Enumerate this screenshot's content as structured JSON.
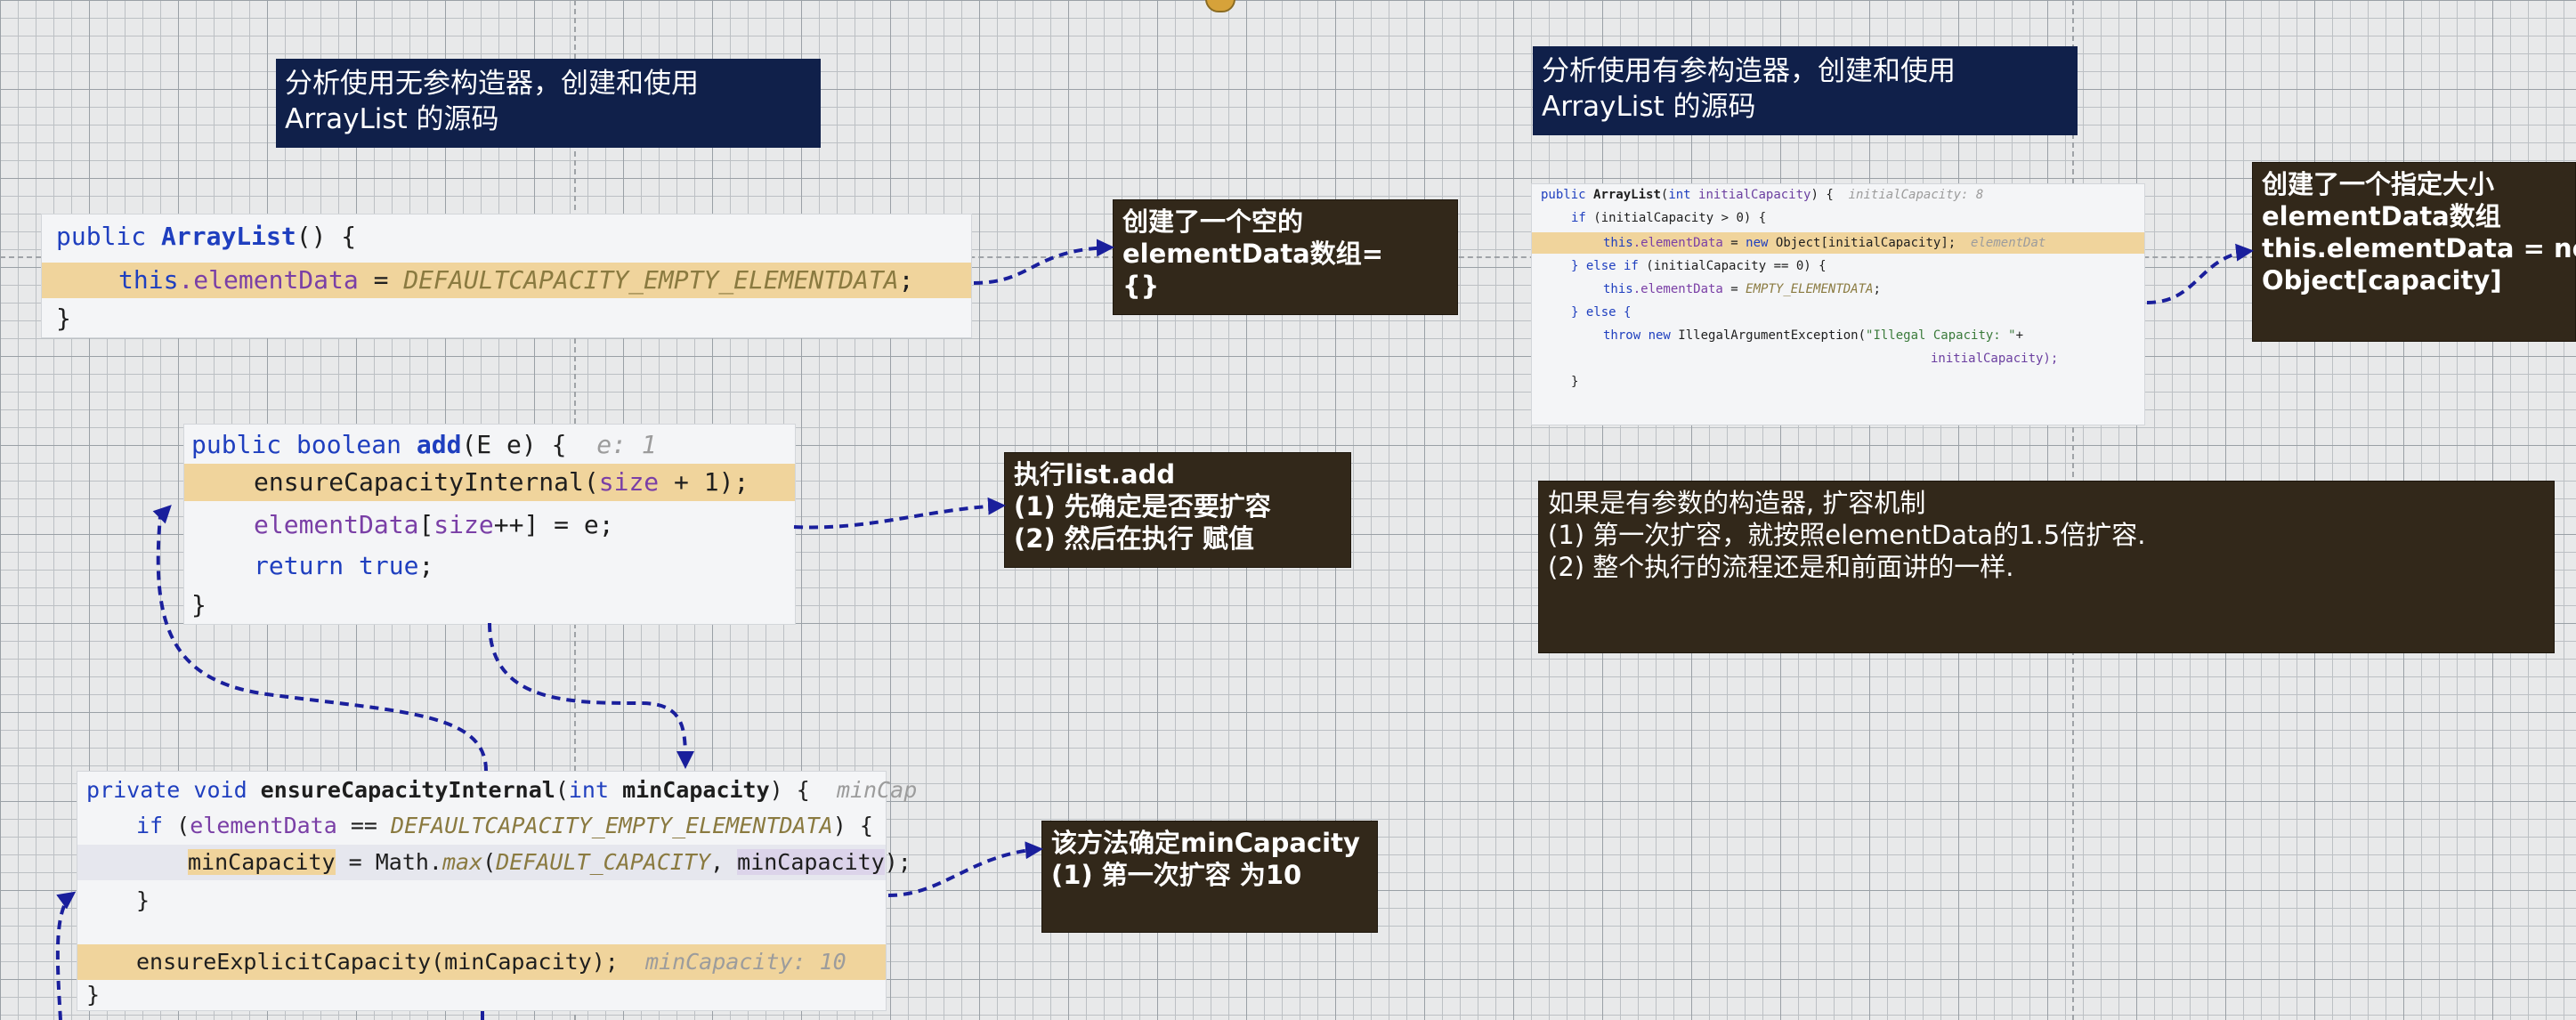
{
  "titles": {
    "left": [
      "分析使用无参构造器，创建和使用",
      "ArrayList 的源码"
    ],
    "right": [
      "分析使用有参构造器，创建和使用",
      "ArrayList 的源码"
    ]
  },
  "notes": {
    "empty_array": [
      "创建了一个空的",
      "elementData数组=",
      "{}"
    ],
    "list_add": [
      "执行list.add",
      "(1) 先确定是否要扩容",
      "(2) 然后在执行 赋值"
    ],
    "min_capacity": [
      "该方法确定minCapacity",
      "(1) 第一次扩容 为10"
    ],
    "sized_array": [
      "创建了一个指定大小",
      "elementData数组",
      "this.elementData = new",
      "Object[capacity]"
    ],
    "param_growth": [
      "如果是有参数的构造器, 扩容机制",
      "(1) 第一次扩容，就按照elementData的1.5倍扩容.",
      "(2) 整个执行的流程还是和前面讲的一样."
    ]
  },
  "code": {
    "ctor_noarg": {
      "sig_kw": "public ",
      "sig_name": "ArrayList",
      "sig_rest": "() {",
      "body_this": "this",
      "body_field": ".elementData",
      "body_eq": " = ",
      "body_const": "DEFAULTCAPACITY_EMPTY_ELEMENTDATA",
      "body_end": ";",
      "close": "}"
    },
    "add": {
      "sig_kw": "public boolean ",
      "sig_name": "add",
      "sig_rest": "(E e) {",
      "sig_hint": "e: 1",
      "l1_call": "ensureCapacityInternal",
      "l1_open": "(",
      "l1_field": "size",
      "l1_rest": " + 1);",
      "l2_field": "elementData",
      "l2_open": "[",
      "l2_field2": "size",
      "l2_rest": "++] = e;",
      "l3_kw": "return true",
      "l3_rest": ";",
      "close": "}"
    },
    "ensure_internal": {
      "sig_kw": "private void ",
      "sig_name": "ensureCapacityInternal",
      "sig_open": "(",
      "sig_kw2": "int ",
      "sig_param": "minCapacity",
      "sig_rest": ") {",
      "sig_hint": "minCap",
      "l1_kw": "if ",
      "l1_open": "(",
      "l1_field": "elementData",
      "l1_eq": " == ",
      "l1_const": "DEFAULTCAPACITY_EMPTY_ELEMENTDATA",
      "l1_rest": ") {",
      "l2_param": "minCapacity",
      "l2_mid": " = Math.",
      "l2_method": "max",
      "l2_open": "(",
      "l2_const": "DEFAULT_CAPACITY",
      "l2_comma": ", ",
      "l2_param2": "minCapacity",
      "l2_rest": ");",
      "l3": "}",
      "l4_call": "ensureExplicitCapacity(minCapacity);",
      "l4_hint": "minCapacity: 10",
      "close": "}"
    },
    "ctor_int": {
      "l0_kw": "public ",
      "l0_name": "ArrayList",
      "l0_open": "(",
      "l0_kw2": "int ",
      "l0_param": "initialCapacity",
      "l0_rest": ") {",
      "l0_hint": "initialCapacity: 8",
      "l1_kw": "if ",
      "l1_rest": "(initialCapacity > 0) {",
      "l2_this": "this",
      "l2_field": ".elementData",
      "l2_eq": " = ",
      "l2_kw": "new ",
      "l2_rest": "Object[initialCapacity];",
      "l2_hint": "elementDat",
      "l3_kw": "} else if ",
      "l3_rest": "(initialCapacity == 0) {",
      "l4_this": "this",
      "l4_field": ".elementData",
      "l4_eq": " = ",
      "l4_const": "EMPTY_ELEMENTDATA",
      "l4_end": ";",
      "l5_kw": "} else {",
      "l6_kw": "throw new ",
      "l6_mid": "IllegalArgumentException(",
      "l6_str": "\"Illegal Capacity: \"",
      "l6_plus": "+",
      "l7": "initialCapacity);",
      "close": "}"
    }
  },
  "colors": {
    "title_bg": "#10204a",
    "note_bg": "#32281a",
    "highlight": "#f0d49c",
    "keyword": "#1f3fbf",
    "arrow": "#1a1f9c"
  }
}
